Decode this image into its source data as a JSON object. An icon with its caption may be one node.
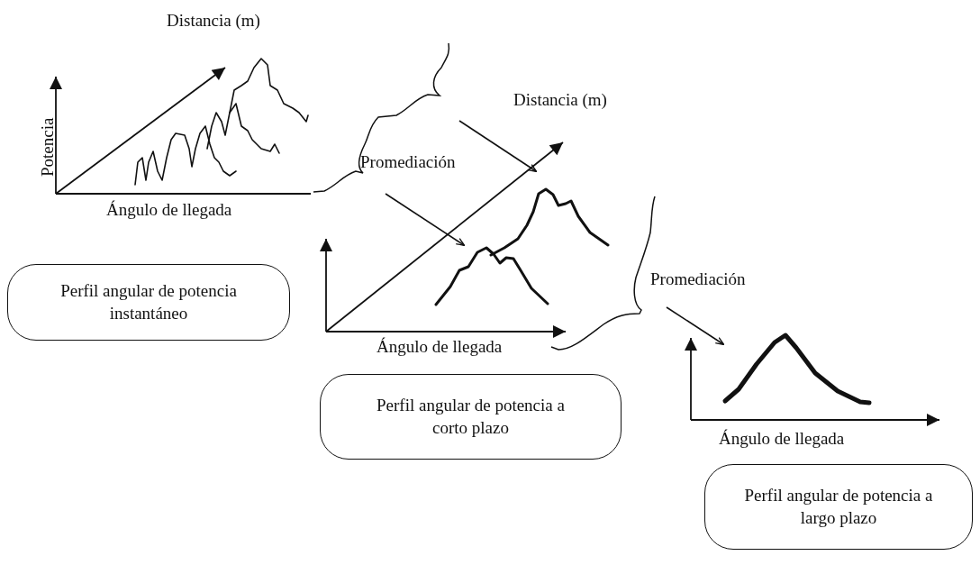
{
  "diagram": {
    "nodes": [
      {
        "text": [
          "Distancia (m)",
          "Potencia",
          "Ángulo de llegada"
        ]
      },
      {
        "text": [
          "Promediación"
        ]
      },
      {
        "text": [
          "Distancia (m)",
          "Ángulo de llegada"
        ]
      },
      {
        "text": [
          "Promediación"
        ]
      },
      {
        "text": [
          "Ángulo de llegada"
        ]
      },
      {
        "text": [
          "Perfil angular de potencia instantáneo"
        ]
      },
      {
        "text": [
          "Perfil angular de potencia a corto plazo"
        ]
      },
      {
        "text": [
          "Perfil angular de potencia a largo plazo"
        ]
      }
    ],
    "edges": [
      {
        "from": 1,
        "to": 2,
        "arrow": "to"
      },
      {
        "from": 1,
        "to": 2,
        "arrow": "to"
      },
      {
        "from": 3,
        "to": 4,
        "arrow": "to"
      }
    ]
  }
}
